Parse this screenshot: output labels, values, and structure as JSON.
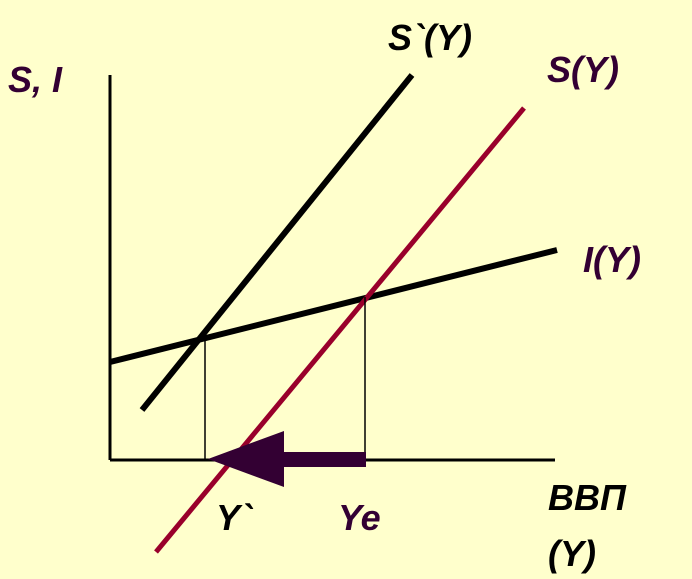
{
  "colors": {
    "background": "#ffffcc",
    "ink": "#000000",
    "saving_curve": "#99002b",
    "label_dark": "#330033",
    "arrow": "#330033"
  },
  "labels": {
    "y_axis": "S, I",
    "x_axis_line1": "ВВП",
    "x_axis_line2": "(Y)",
    "shifted_saving": "S`(Y)",
    "saving": "S(Y)",
    "investment": "I(Y)",
    "new_equilibrium": "Y`",
    "equilibrium": "Ye"
  }
}
